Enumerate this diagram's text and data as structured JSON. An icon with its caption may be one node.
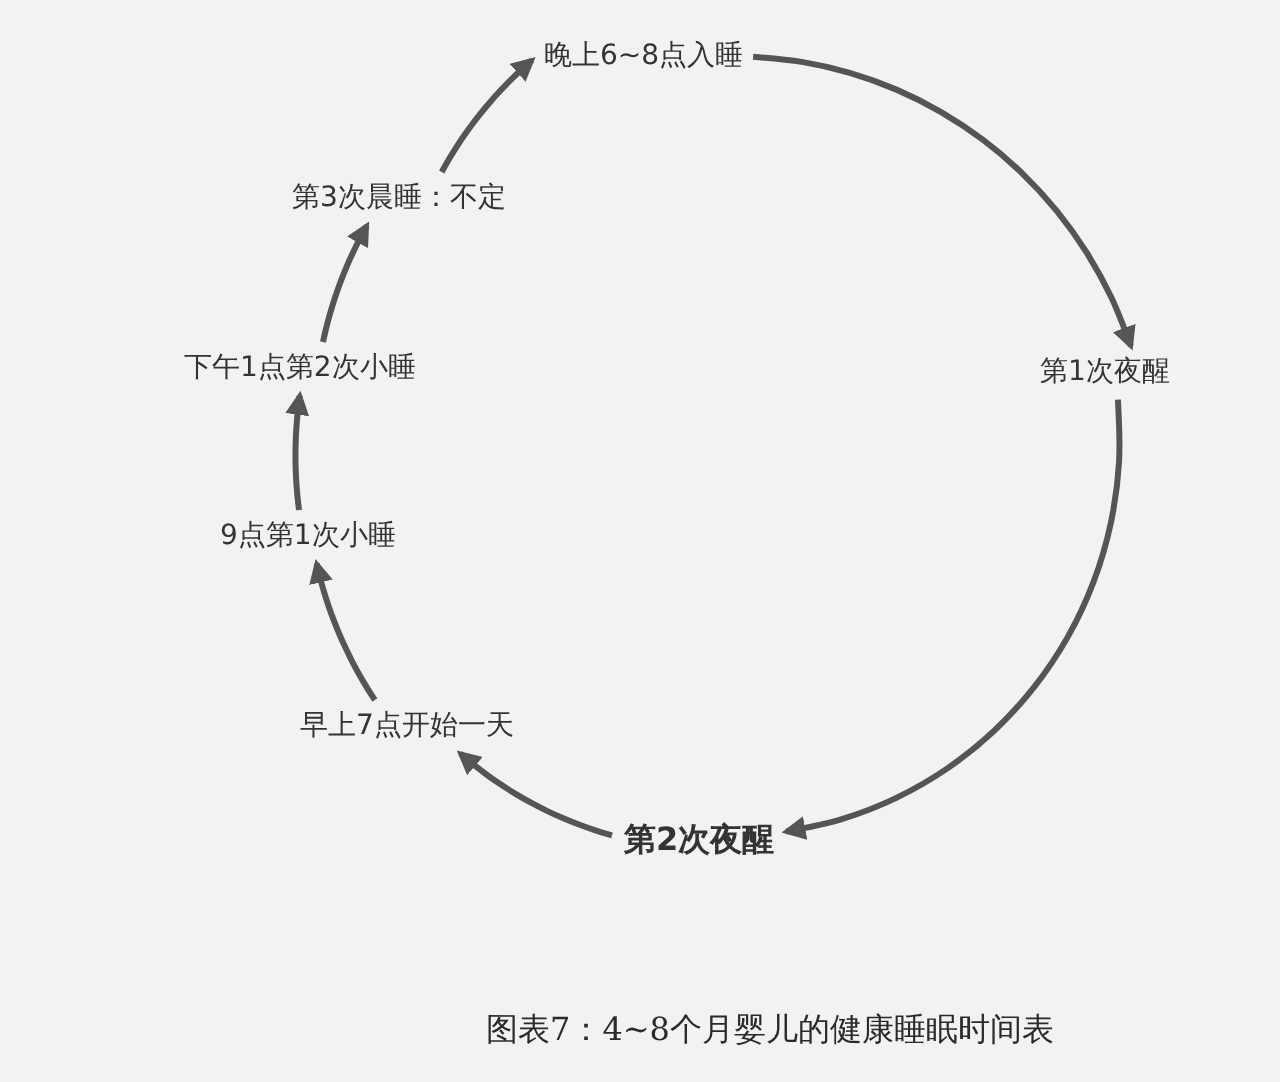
{
  "diagram": {
    "caption": "图表7：4~8个月婴儿的健康睡眠时间表",
    "nodes": [
      {
        "text": [
          "晚上6~8点入睡"
        ]
      },
      {
        "text": [
          "第1次夜醒"
        ]
      },
      {
        "text": [
          "第2次夜醒"
        ]
      },
      {
        "text": [
          "早上7点开始一天"
        ]
      },
      {
        "text": [
          "9点第1次小睡"
        ]
      },
      {
        "text": [
          "下午1点第2次小睡"
        ]
      },
      {
        "text": [
          "第3次晨睡：不定"
        ]
      }
    ],
    "edges": [
      {
        "from": 0,
        "to": 1,
        "arrow": "to"
      },
      {
        "from": 1,
        "to": 2,
        "arrow": "to"
      },
      {
        "from": 2,
        "to": 3,
        "arrow": "to"
      },
      {
        "from": 3,
        "to": 4,
        "arrow": "to"
      },
      {
        "from": 4,
        "to": 5,
        "arrow": "to"
      },
      {
        "from": 5,
        "to": 6,
        "arrow": "to"
      },
      {
        "from": 6,
        "to": 0,
        "arrow": "to"
      }
    ]
  }
}
